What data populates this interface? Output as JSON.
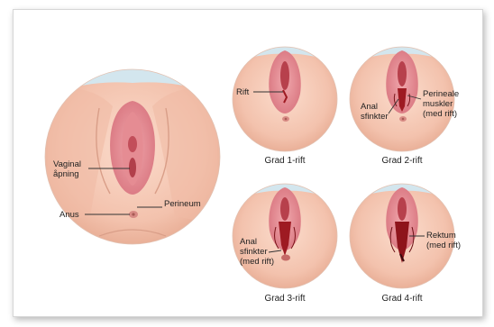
{
  "labels": {
    "vaginal_opening": "Vaginal\nåpning",
    "anus": "Anus",
    "perineum": "Perineum",
    "rift": "Rift",
    "perineal_muscles": "Perineale\nmuskler\n(med rift)",
    "anal_sphincter": "Anal\nsfinkter",
    "anal_sphincter_torn": "Anal\nsfinkter\n(med rift)",
    "rectum_torn": "Rektum\n(med rift)"
  },
  "captions": {
    "grade1": "Grad 1-rift",
    "grade2": "Grad 2-rift",
    "grade3": "Grad 3-rift",
    "grade4": "Grad 4-rift"
  },
  "colors": {
    "skin": "#f6c9b6",
    "skin_shadow": "#e2a48e",
    "background_blue": "#d3e6ee",
    "tissue_pink": "#e48a92",
    "tissue_dark": "#c2505c",
    "tear_red": "#9e1a22"
  }
}
